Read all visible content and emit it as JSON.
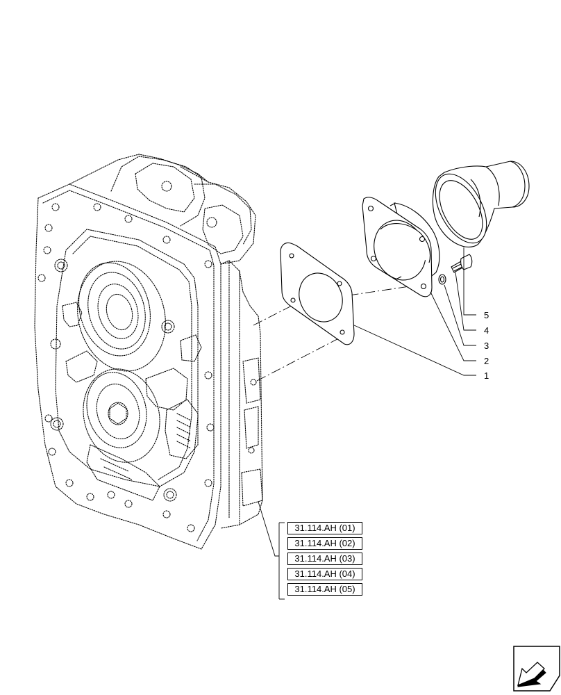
{
  "callouts": [
    "1",
    "2",
    "3",
    "4",
    "5"
  ],
  "references": [
    "31.114.AH (01)",
    "31.114.AH (02)",
    "31.114.AH (03)",
    "31.114.AH (04)",
    "31.114.AH (05)"
  ],
  "nav_icon": "next-page-arrow-icon"
}
